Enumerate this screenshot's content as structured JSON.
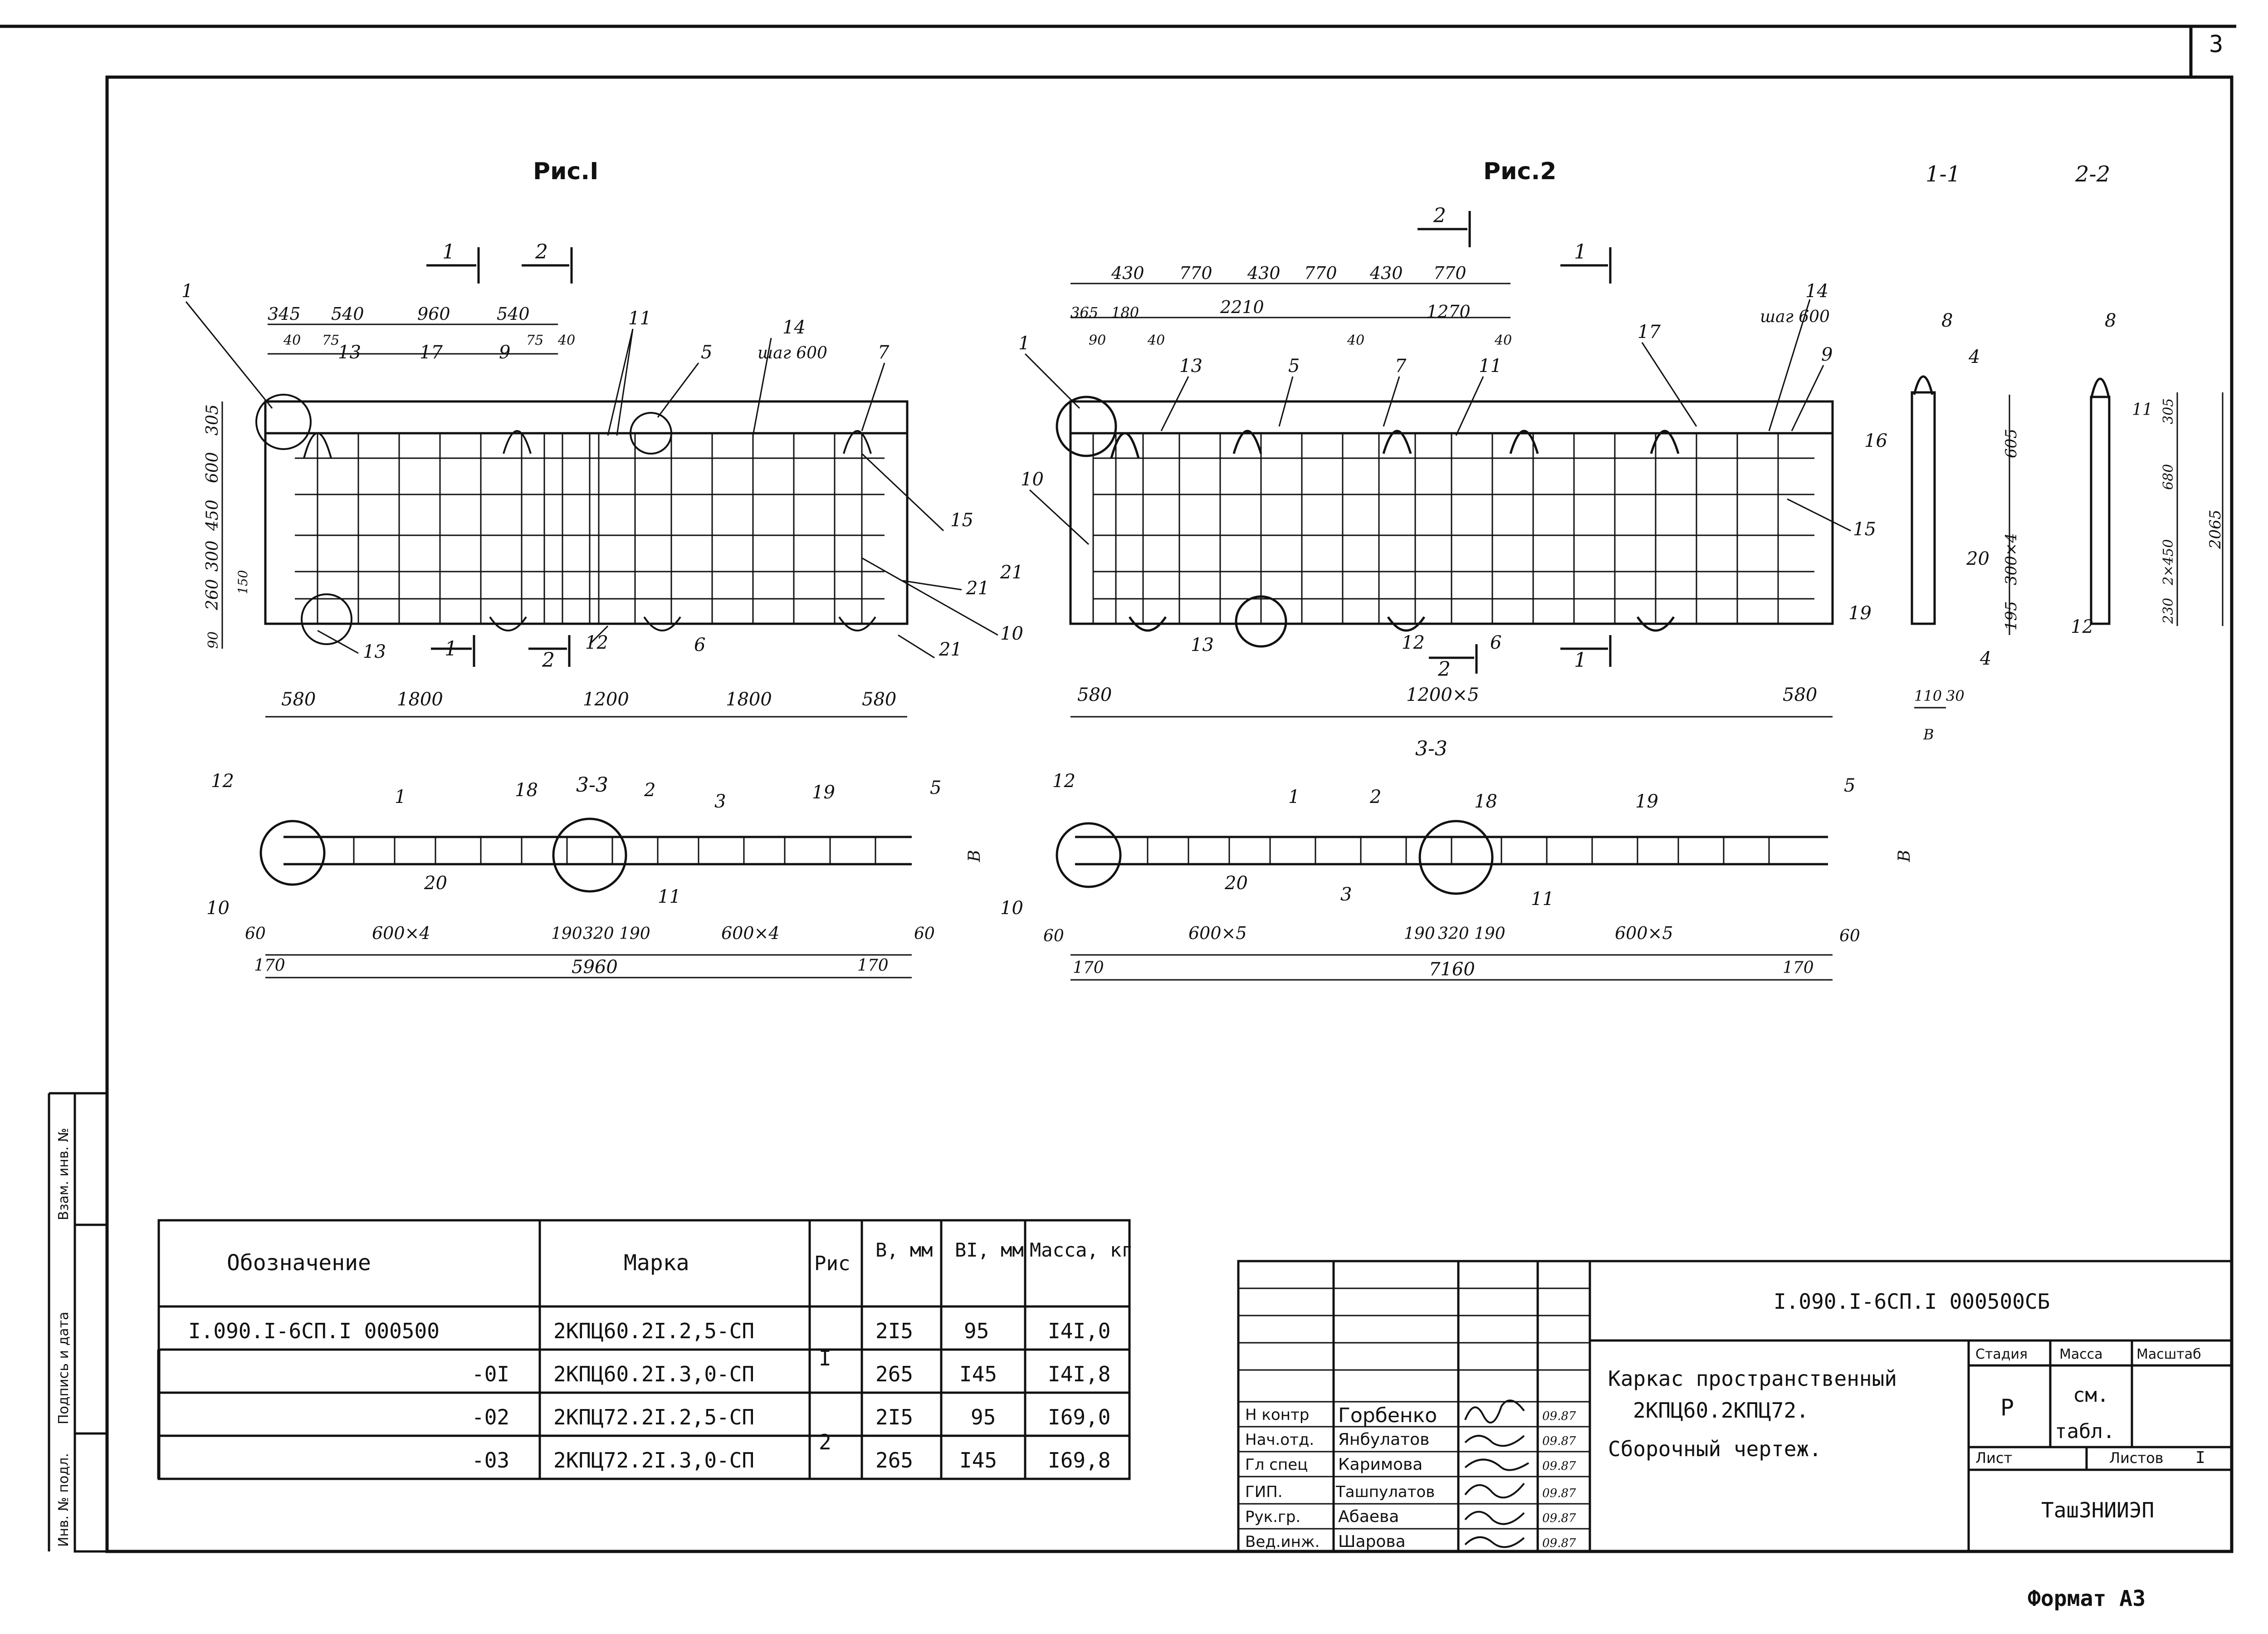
{
  "page_number": "3",
  "format_label": "Формат А3",
  "fig1": {
    "title": "Рис.I",
    "section": "3-3",
    "top_dims": [
      "345",
      "540",
      "960",
      "540"
    ],
    "top_small": [
      "40",
      "75",
      "75",
      "40"
    ],
    "bottom_dims": [
      "580",
      "1800",
      "1200",
      "1800",
      "580"
    ],
    "left_dims": [
      "305",
      "600",
      "450",
      "300",
      "260",
      "90"
    ],
    "left_extra": "150",
    "cut_labels": [
      "1",
      "2",
      "1",
      "2"
    ],
    "pitch": "шаг 600",
    "callouts": [
      "1",
      "13",
      "17",
      "9",
      "11",
      "5",
      "14",
      "7",
      "15",
      "10",
      "21",
      "21",
      "12",
      "6",
      "13"
    ],
    "plan_dims": [
      "60",
      "170",
      "600×4",
      "190",
      "320",
      "190",
      "600×4",
      "60",
      "170"
    ],
    "plan_total": "5960",
    "plan_callouts": [
      "12",
      "1",
      "18",
      "2",
      "3",
      "19",
      "5",
      "10",
      "20",
      "11"
    ],
    "b_label": "В"
  },
  "fig2": {
    "title": "Рис.2",
    "section": "3-3",
    "top_dims": [
      "430",
      "770",
      "430",
      "770",
      "430",
      "770"
    ],
    "second_dims": [
      "365",
      "180",
      "2210",
      "1270"
    ],
    "small": [
      "90",
      "40",
      "40",
      "40"
    ],
    "bottom_dims": [
      "580",
      "1200×5",
      "580"
    ],
    "pitch": "шаг 600",
    "callouts": [
      "1",
      "13",
      "5",
      "7",
      "11",
      "17",
      "14",
      "9",
      "15",
      "10",
      "21",
      "13",
      "12",
      "6"
    ],
    "cut_labels": [
      "2",
      "1",
      "2",
      "1"
    ],
    "plan_dims": [
      "60",
      "170",
      "600×5",
      "190",
      "320",
      "190",
      "600×5",
      "60",
      "170"
    ],
    "plan_total": "7160",
    "plan_callouts": [
      "12",
      "1",
      "2",
      "18",
      "19",
      "5",
      "10",
      "20",
      "3",
      "11"
    ],
    "b_label": "В"
  },
  "sec11": {
    "title": "1-1",
    "dims": [
      "605",
      "300×4",
      "195"
    ],
    "bottom": [
      "110",
      "30",
      "В"
    ],
    "callouts": [
      "8",
      "4",
      "16",
      "20",
      "19",
      "4"
    ]
  },
  "sec22": {
    "title": "2-2",
    "dims": [
      "305",
      "680",
      "2×450",
      "230",
      "2065"
    ],
    "callouts": [
      "8",
      "11",
      "12"
    ]
  },
  "spec_table": {
    "headers": [
      "Обозначение",
      "Марка",
      "Рис",
      "В, мм",
      "ВI, мм",
      "Масса, кг"
    ],
    "rows": [
      [
        "I.090.I-6СП.I 000500",
        "2КПЦ60.2I.2,5-СП",
        "I",
        "2I5",
        "95",
        "I4I,0"
      ],
      [
        "-0I",
        "2КПЦ60.2I.3,0-СП",
        "",
        "265",
        "I45",
        "I4I,8"
      ],
      [
        "-02",
        "2КПЦ72.2I.2,5-СП",
        "2",
        "2I5",
        "95",
        "I69,0"
      ],
      [
        "-03",
        "2КПЦ72.2I.3,0-СП",
        "",
        "265",
        "I45",
        "I69,8"
      ]
    ]
  },
  "title_block": {
    "doc_code": "I.090.I-6СП.I 000500СБ",
    "title_line1": "Каркас пространственный",
    "title_line2": "2КПЦ60.2КПЦ72.",
    "title_line3": "Сборочный чертеж.",
    "stage_header": "Стадия",
    "mass_header": "Масса",
    "scale_header": "Масштаб",
    "stage": "Р",
    "mass_line1": "см.",
    "mass_line2": "табл.",
    "sheet_label": "Лист",
    "sheets_label": "Листов",
    "sheets_value": "I",
    "organization": "ТашЗНИИЭП",
    "signatures": [
      {
        "role": "Н контр",
        "name": "Горбенко",
        "date": "09.87"
      },
      {
        "role": "Нач.отд.",
        "name": "Янбулатов",
        "date": "09.87"
      },
      {
        "role": "Гл спец",
        "name": "Каримова",
        "date": "09.87"
      },
      {
        "role": "ГИП.",
        "name": "Ташпулатов",
        "date": "09.87"
      },
      {
        "role": "Рук.гр.",
        "name": "Абаева",
        "date": "09.87"
      },
      {
        "role": "Вед.инж.",
        "name": "Шарова",
        "date": "09.87"
      }
    ]
  },
  "side_stamp": [
    "Взам. инв. №",
    "Подпись и дата",
    "Инв. № подл."
  ]
}
